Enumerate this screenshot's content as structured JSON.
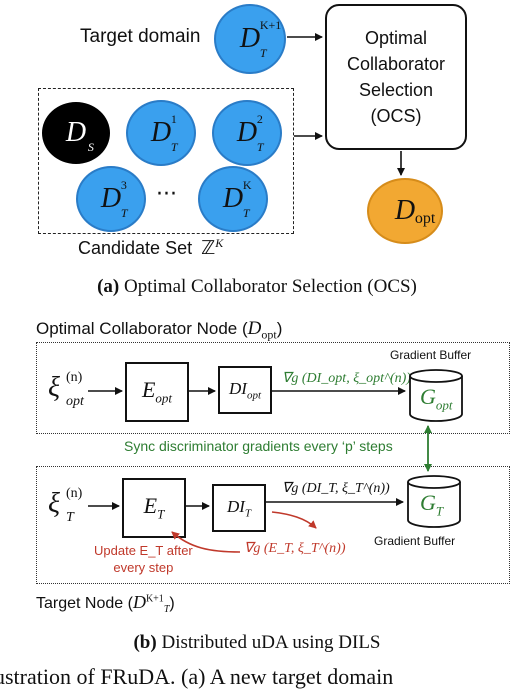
{
  "panel_a": {
    "target_domain_label": "Target domain",
    "target_node": {
      "base": "D",
      "sup": "K+1",
      "sub": "T"
    },
    "ocs_box": "Optimal Collaborator Selection (OCS)",
    "source_node": {
      "base": "D",
      "sub": "S"
    },
    "candidates": [
      {
        "base": "D",
        "sup": "1",
        "sub": "T"
      },
      {
        "base": "D",
        "sup": "2",
        "sub": "T"
      },
      {
        "base": "D",
        "sup": "3",
        "sub": "T"
      },
      {
        "base": "D",
        "sup": "K",
        "sub": "T"
      }
    ],
    "ellipsis": "···",
    "optimal_node": {
      "base": "D",
      "sub": "opt"
    },
    "candidate_set_label": "Candidate Set",
    "candidate_set_math": "ℤ",
    "candidate_set_sup": "K",
    "caption_tag": "(a)",
    "caption_text": "Optimal Collaborator Selection (OCS)"
  },
  "panel_b": {
    "opt_node_title": "Optimal Collaborator Node (",
    "opt_node_title_math": "D",
    "opt_node_title_sub": "opt",
    "opt_node_title_close": ")",
    "xi_opt": {
      "base": "ξ",
      "sup": "(n)",
      "sub": "opt"
    },
    "e_opt": {
      "base": "E",
      "sub": "opt"
    },
    "di_opt": {
      "base": "DI",
      "sub": "opt"
    },
    "grad_opt": "∇g (DI_opt, ξ_opt^(n))",
    "gradient_buffer_top": "Gradient Buffer",
    "g_opt": {
      "base": "G",
      "sub": "opt"
    },
    "sync_text": "Sync discriminator gradients every ‘p’ steps",
    "xi_t": {
      "base": "ξ",
      "sup": "(n)",
      "sub": "T"
    },
    "e_t": {
      "base": "E",
      "sub": "T"
    },
    "di_t": {
      "base": "DI",
      "sub": "T"
    },
    "grad_t": "∇g (DI_T, ξ_T^(n))",
    "g_t": {
      "base": "G",
      "sub": "T"
    },
    "gradient_buffer_bottom": "Gradient Buffer",
    "grad_e": "∇g (E_T, ξ_T^(n))",
    "update_line1": "Update E_T after",
    "update_line2": "every step",
    "target_node_title": "Target Node (",
    "target_node_math": "D",
    "target_node_sup": "K+1",
    "target_node_sub": "T",
    "target_node_close": ")",
    "caption_tag": "(b)",
    "caption_text": "Distributed uDA using DILS"
  },
  "footer_cut_text": "ustration of FRuDA. (a) A new target domain"
}
